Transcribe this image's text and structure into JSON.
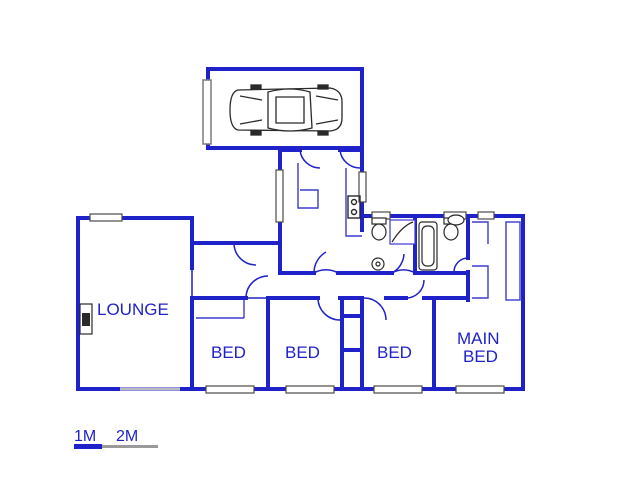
{
  "colors": {
    "wall": "#1f22c8",
    "fixture": "#3b3bd0",
    "detail": "#4a4a4a",
    "window": "#7a7a7a"
  },
  "rooms": {
    "lounge": "LOUNGE",
    "bed1": "BED",
    "bed2": "BED",
    "bed3": "BED",
    "main_bed_line1": "MAIN",
    "main_bed_line2": "BED"
  },
  "scale": {
    "label_1m": "1M",
    "label_2m": "2M"
  },
  "icons": [
    "car-icon",
    "fireplace-icon",
    "toilet-icon",
    "basin-icon",
    "bathtub-icon",
    "shower-icon",
    "stove-icon"
  ]
}
